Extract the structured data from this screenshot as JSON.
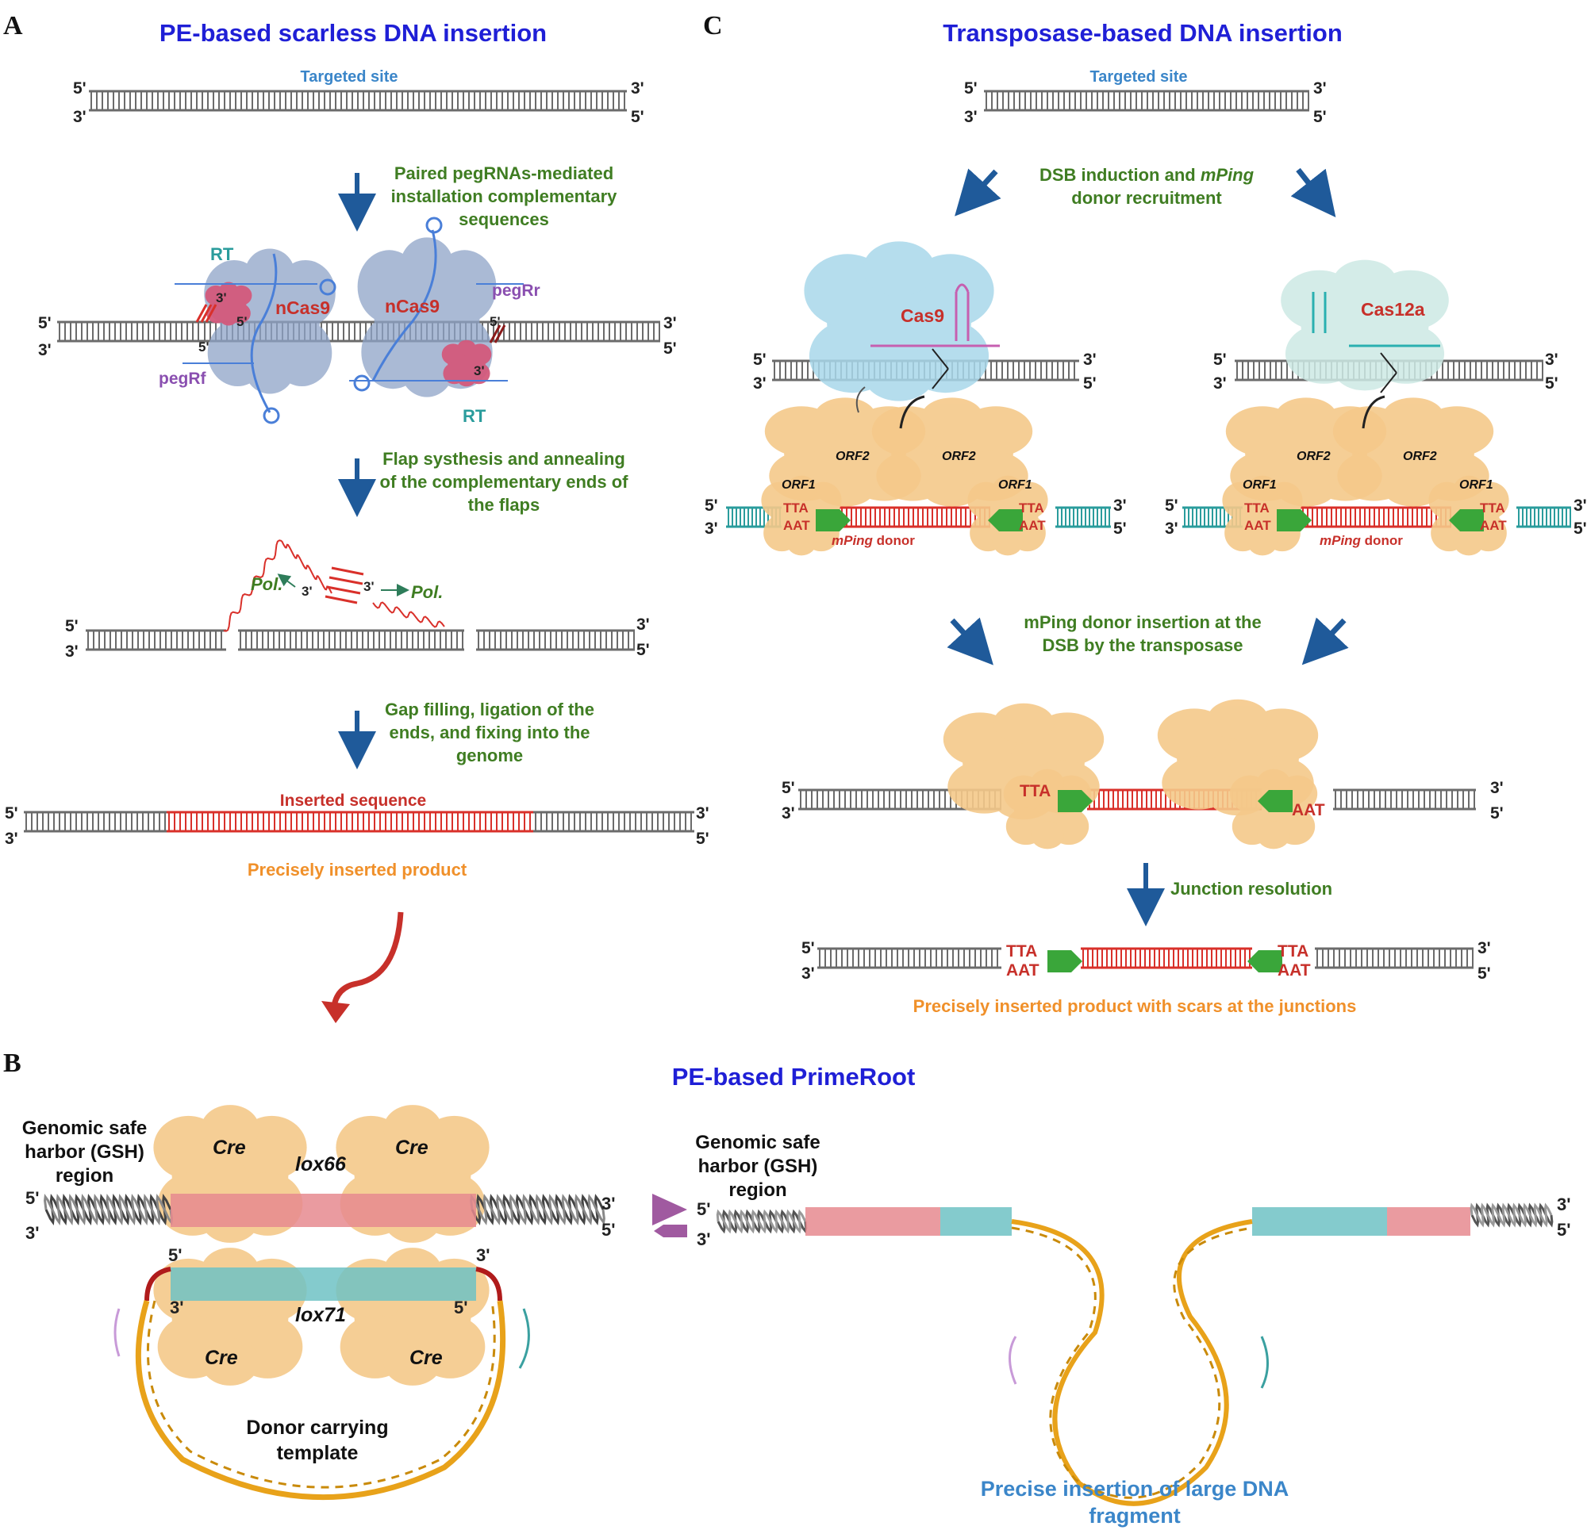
{
  "panels": {
    "a": {
      "letter": "A",
      "title": "PE-based scarless DNA insertion",
      "targeted_site": "Targeted site",
      "step1": "Paired pegRNAs-mediated installation complementary sequences",
      "step2": "Flap systhesis and annealing of the complementary ends of the flaps",
      "step3": "Gap filling, ligation of the ends, and fixing into the genome",
      "rt": "RT",
      "ncas9": "nCas9",
      "pegrf": "pegRf",
      "pegrr": "pegRr",
      "pol": "Pol.",
      "inserted_sequence": "Inserted sequence",
      "product": "Precisely inserted product"
    },
    "b": {
      "letter": "B",
      "title": "PE-based PrimeRoot",
      "gsh_left": "Genomic safe harbor (GSH) region",
      "gsh_right": "Genomic safe harbor (GSH) region",
      "cre": "Cre",
      "lox66": "lox66",
      "lox71": "lox71",
      "donor": "Donor carrying template",
      "result": "Precise insertion of large DNA fragment"
    },
    "c": {
      "letter": "C",
      "title": "Transposase-based  DNA insertion",
      "targeted_site": "Targeted site",
      "step1_a": "DSB induction and ",
      "step1_b": "mPing",
      "step1_c": "donor recruitment",
      "cas9": "Cas9",
      "cas12a": "Cas12a",
      "orf1": "ORF1",
      "orf2": "ORF2",
      "tta": "TTA",
      "aat": "AAT",
      "mping": "mPing",
      "donor": " donor",
      "step2": "mPing donor insertion  at the DSB by the transposase",
      "step3": "Junction resolution",
      "product": "Precisely inserted product with scars at the junctions"
    }
  },
  "ends": {
    "five": "5'",
    "three": "3'"
  },
  "colors": {
    "title_blue": "#1f1fd6",
    "step_green": "#3f7d22",
    "arrow_blue": "#1f5a9a",
    "dna_grey": "#6b6b6b",
    "insert_red": "#d9302a",
    "orange_text": "#f0902a",
    "teal": "#2a9c9c",
    "protein_tan": "#f5c98a",
    "green_arrow": "#3aa63a"
  }
}
